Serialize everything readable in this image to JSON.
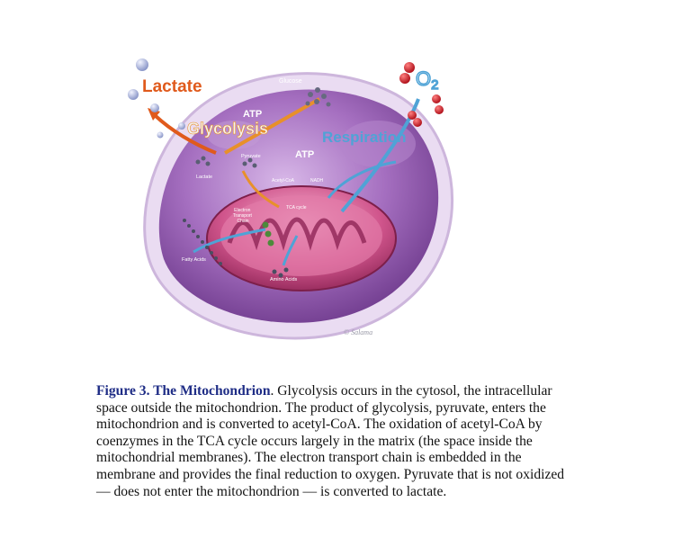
{
  "figure": {
    "title": "Figure 3. The Mitochondrion",
    "caption_lines": [
      ". Glycolysis occurs in the cytosol, the intracellular",
      "space outside the mitochondrion. The product of glycolysis, pyruvate, enters the",
      "mitochondrion and is converted to acetyl-CoA. The oxidation of acetyl-CoA by",
      "coenzymes in the TCA cycle occurs largely in the matrix (the space inside the",
      "mitochondrial membranes). The electron transport chain is embedded in the",
      "membrane and provides the final reduction to oxygen. Pyruvate that is not oxidized",
      "— does not enter the mitochondrion — is converted to lactate."
    ]
  },
  "illustration": {
    "labels": {
      "lactate_big": "Lactate",
      "glycolysis": "Glycolysis",
      "respiration": "Respiration",
      "atp_left": "ATP",
      "atp_right": "ATP",
      "glucose": "Glucose",
      "o2_main": "O",
      "o2_sub": "2",
      "pyruvate": "Pyruvate",
      "lactate_small": "Lactate",
      "acetyl_coa": "Acetyl-CoA",
      "nadh": "NADH",
      "tca": "TCA cycle",
      "etc_line1": "Electron",
      "etc_line2": "Transport",
      "etc_line3": "Chain",
      "fatty_acids": "Fatty Acids",
      "amino_acids": "Amino Acids",
      "signature": "© Salama"
    },
    "colors": {
      "cell": "#8e4aa6",
      "cell_light": "#c9a3dc",
      "mito": "#c0407a",
      "lactate": "#e05a1c",
      "glycolysis": "#e8902a",
      "respiration": "#4fa3d6",
      "oxygen": "#d0202a",
      "text_dark": "#1f2d86"
    }
  }
}
